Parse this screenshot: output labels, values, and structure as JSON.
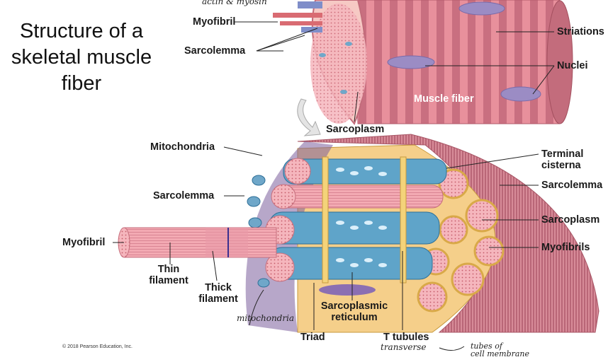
{
  "title": {
    "line1": "Structure of a",
    "line2": "skeletal muscle",
    "line3": "fiber"
  },
  "top_labels": {
    "myofibril": "Myofibril",
    "sarcolemma": "Sarcolemma",
    "sarcoplasm": "Sarcoplasm",
    "striations": "Striations",
    "nuclei": "Nuclei",
    "muscle_fiber": "Muscle fiber"
  },
  "bottom_labels": {
    "mitochondria": "Mitochondria",
    "sarcolemma": "Sarcolemma",
    "myofibril": "Myofibril",
    "thin_filament_1": "Thin",
    "thin_filament_2": "filament",
    "thick_filament_1": "Thick",
    "thick_filament_2": "filament",
    "sarcoplasmic_1": "Sarcoplasmic",
    "sarcoplasmic_2": "reticulum",
    "triad": "Triad",
    "t_tubules": "T tubules",
    "terminal_1": "Terminal",
    "terminal_2": "cisterna",
    "sarcolemma_right": "Sarcolemma",
    "sarcoplasm_right": "Sarcoplasm",
    "myofibrils_right": "Myofibrils"
  },
  "handwritten": {
    "top_note": "actin & myosin",
    "mitochondria": "mitochondria",
    "transverse": "transverse",
    "tubes_1": "tubes of",
    "tubes_2": "cell membrane"
  },
  "copyright": "© 2018 Pearson Education, Inc.",
  "colors": {
    "pink": "#f2a3ac",
    "dark_pink": "#d77f8c",
    "stripe": "#c26b7a",
    "purple": "#9b8cc4",
    "blue_sr": "#5fa4c9",
    "yellow": "#f4d37a"
  }
}
